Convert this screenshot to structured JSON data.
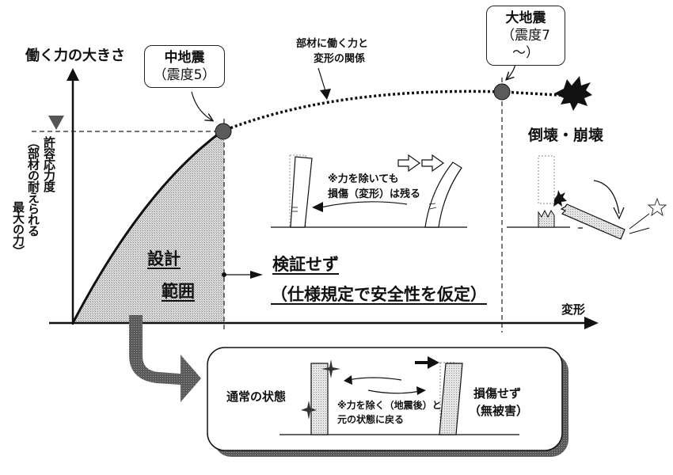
{
  "axes": {
    "y_label": "働く力の大きさ",
    "x_label": "変形"
  },
  "allowable_stress": {
    "label_line1": "許容応力度",
    "label_line2": "（部材の耐えられる",
    "label_line3": "最大の力）"
  },
  "curve_label": {
    "line1": "部材に働く力と",
    "line2": "変形の関係"
  },
  "moderate_quake": {
    "title": "中地震",
    "intensity": "（震度5）"
  },
  "major_quake": {
    "title": "大地震",
    "intensity": "（震度7～）"
  },
  "collapse_label": "倒壊・崩壊",
  "residual_note": {
    "line1": "※力を除いても",
    "line2": "損傷（変形）は残る"
  },
  "design_range": {
    "line1": "設計",
    "line2": "範囲"
  },
  "not_verified": {
    "line1": "検証せず",
    "line2": "（仕様規定で安全性を仮定）"
  },
  "inset": {
    "normal_state": "通常の状態",
    "note_line1": "※力を除く（地震後）と",
    "note_line2": "元の状態に戻る",
    "result_line1": "損傷せず",
    "result_line2": "（無被害）"
  },
  "colors": {
    "ink": "#111111",
    "fill_gray": "#c9c9c9",
    "dark_gray": "#555555",
    "marker": "#5a5a5a"
  }
}
